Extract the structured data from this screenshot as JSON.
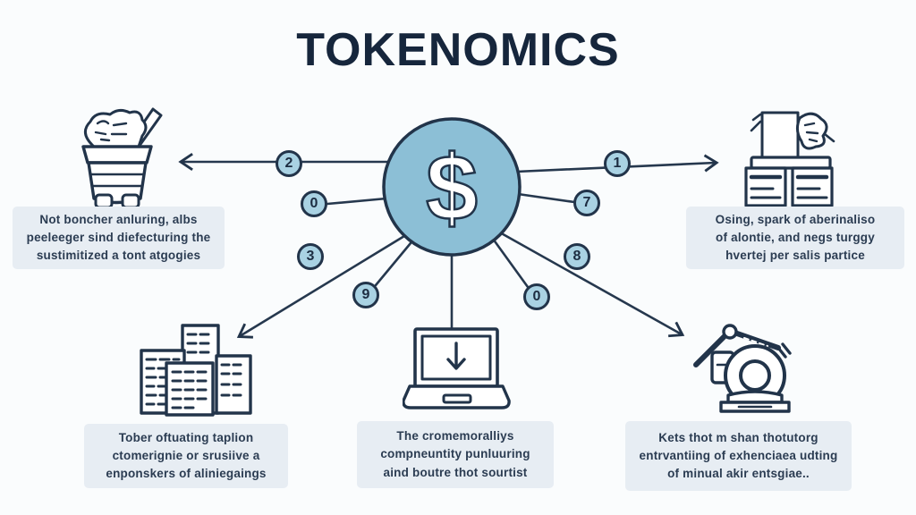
{
  "title": "TOKENOMICS",
  "center": {
    "symbol": "$"
  },
  "badges": {
    "left_top": "2",
    "left_mid": "0",
    "left_low": "3",
    "left_bottom": "9",
    "right_top": "1",
    "right_mid": "7",
    "right_low": "8",
    "right_bottom": "0"
  },
  "boxes": {
    "top_left": {
      "lines": [
        "Not boncher anluring, albs",
        "peeleeger sind diefecturing the",
        "sustimitized a tont atgogies"
      ]
    },
    "top_right": {
      "lines": [
        "Osing, spark of aberinaliso",
        "of alontie, and negs turggy",
        "hvertej per salis partice"
      ]
    },
    "bottom_left": {
      "lines": [
        "Tober oftuating taplion",
        "ctomerignie or srusiive a",
        "enponskers of aliniegaings"
      ]
    },
    "bottom_center": {
      "lines": [
        "The cromemoralliys",
        "compneuntity punluuring",
        "aind boutre thot sourtist"
      ]
    },
    "bottom_right": {
      "lines": [
        "Kets thot m shan thotutorg",
        "entrvantiing of exhenciaea udting",
        "of minual akir entsgiae.."
      ]
    }
  },
  "icons": {
    "top_left": "paper-basket-icon",
    "top_right": "printer-documents-icon",
    "bottom_left": "buildings-icon",
    "bottom_center": "laptop-download-icon",
    "bottom_right": "robot-arm-icon"
  },
  "colors": {
    "navy": "#22344a",
    "title": "#16263c",
    "center_circle_fill": "#8cbfd6",
    "badge_fill": "#a9d2e3",
    "box_fill": "#e7edf3",
    "background": "#fafcfd"
  }
}
